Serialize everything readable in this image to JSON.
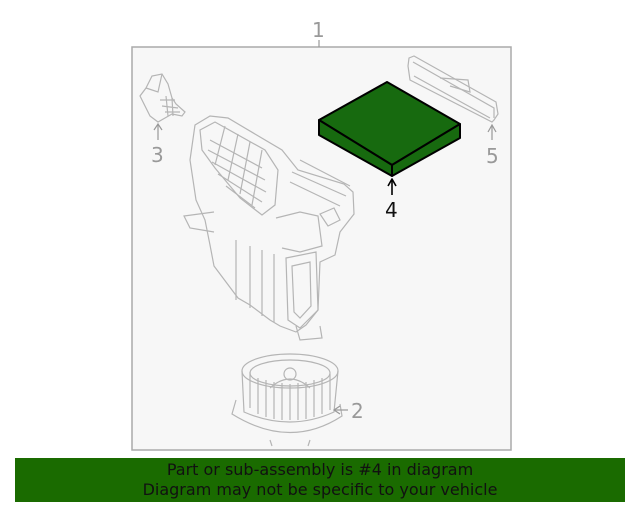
{
  "diagram": {
    "frame_color": "#aaaaaa",
    "frame_fill": "#f7f7f7",
    "line_color": "#b5b5b5",
    "highlight_fill": "#176a0f",
    "highlight_stroke": "#000000",
    "callouts": [
      {
        "id": "1",
        "label": "1",
        "part": "hvac-assembly",
        "highlighted": false
      },
      {
        "id": "2",
        "label": "2",
        "part": "blower-motor",
        "highlighted": false
      },
      {
        "id": "3",
        "label": "3",
        "part": "bracket",
        "highlighted": false
      },
      {
        "id": "4",
        "label": "4",
        "part": "cabin-air-filter",
        "highlighted": true
      },
      {
        "id": "5",
        "label": "5",
        "part": "filter-cover",
        "highlighted": false
      }
    ]
  },
  "banner": {
    "line1": "Part or sub-assembly is #4 in diagram",
    "line2": "Diagram may not be specific to your vehicle",
    "background": "#1a6b00"
  }
}
